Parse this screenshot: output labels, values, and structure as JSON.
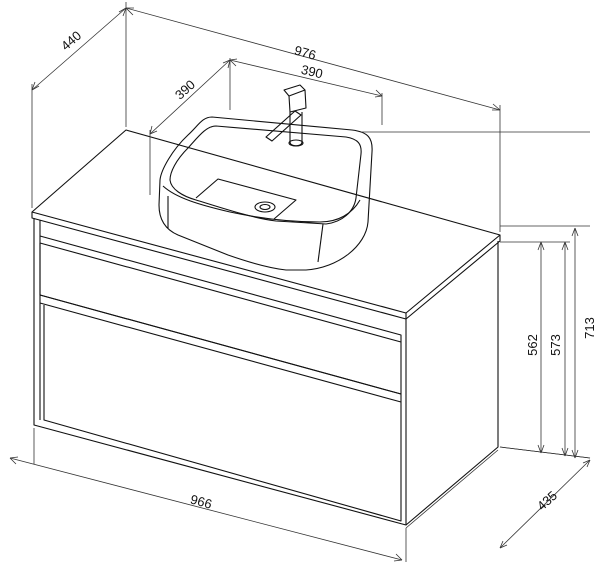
{
  "dimensions": {
    "overall_width": "976",
    "overall_depth": "440",
    "basin_width": "390",
    "basin_depth": "390",
    "cabinet_height": "562",
    "height_to_top": "573",
    "height_with_basin": "713",
    "cabinet_width": "966",
    "cabinet_depth": "435"
  },
  "colors": {
    "line": "#111111",
    "dim_line": "#333333",
    "background": "#ffffff"
  }
}
